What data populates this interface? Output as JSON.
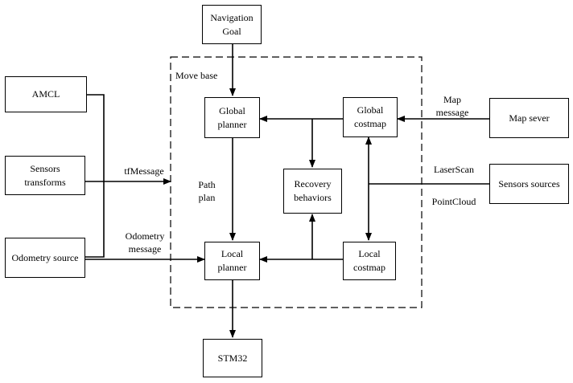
{
  "nodes": {
    "navigation_goal": [
      "Navigation",
      "Goal"
    ],
    "amcl": [
      "AMCL"
    ],
    "sensors_transforms": [
      "Sensors",
      "transforms"
    ],
    "odometry_source": [
      "Odometry source"
    ],
    "global_planner": [
      "Global",
      "planner"
    ],
    "global_costmap": [
      "Global",
      "costmap"
    ],
    "recovery_behaviors": [
      "Recovery",
      "behaviors"
    ],
    "local_planner": [
      "Local",
      "planner"
    ],
    "local_costmap": [
      "Local",
      "costmap"
    ],
    "map_sever": [
      "Map sever"
    ],
    "sensors_sources": [
      "Sensors sources"
    ],
    "stm32": [
      "STM32"
    ]
  },
  "group": {
    "move_base": "Move base"
  },
  "edge_labels": {
    "tf_message": [
      "tfMessage"
    ],
    "odometry_message": [
      "Odometry",
      "message"
    ],
    "path_plan": [
      "Path",
      "plan"
    ],
    "map_message": [
      "Map",
      "message"
    ],
    "laser_scan": [
      "LaserScan"
    ],
    "point_cloud": [
      "PointCloud"
    ]
  }
}
